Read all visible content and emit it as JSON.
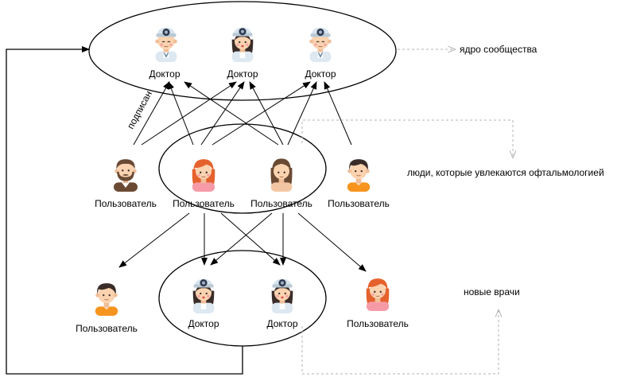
{
  "colors": {
    "line": "#000000",
    "dashed": "#b3b3b3",
    "skin": "#fbd3b0",
    "doctor_cap": "#d7e4ee",
    "doctor_mirror": "#2f3a4f",
    "doctor_coat": "#dde8f1",
    "orange_shirt": "#f7941d",
    "pink_shirt": "#f79aa8",
    "red_hair": "#e5622e",
    "brown_hair": "#6b4a34",
    "dark_hair": "#3a2c28"
  },
  "labels": {
    "core_doctor_1": "Доктор",
    "core_doctor_2": "Доктор",
    "core_doctor_3": "Доктор",
    "user_bearded": "Пользователь",
    "user_red_hair": "Пользователь",
    "user_brown_hair": "Пользователь",
    "user_right": "Пользователь",
    "user_bottom_left": "Пользователь",
    "new_doctor_1": "Доктор",
    "new_doctor_2": "Доктор",
    "user_bottom_right": "Пользователь",
    "edge_subscribed": "подписан"
  },
  "annotations": {
    "core": "ядро сообщества",
    "enthusiasts": "люди, которые увлекаются офтальмологией",
    "new_doctors": "новые врачи"
  },
  "icons": {
    "doctor_male": "doctor-male-icon",
    "doctor_female": "doctor-female-icon",
    "user_bearded": "bearded-man-icon",
    "user_red_hair": "red-haired-woman-icon",
    "user_brown_hair": "brown-haired-woman-icon",
    "user_boy": "boy-icon"
  }
}
